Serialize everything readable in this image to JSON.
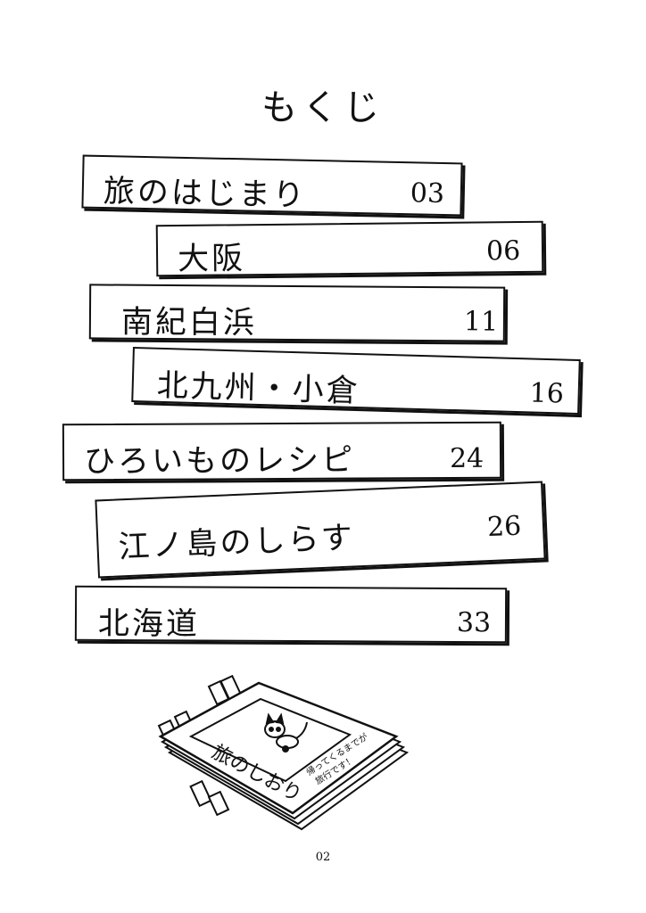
{
  "title": "もくじ",
  "toc": [
    {
      "label": "旅のはじまり",
      "page": "03"
    },
    {
      "label": "大阪",
      "page": "06"
    },
    {
      "label": "南紀白浜",
      "page": "11"
    },
    {
      "label": "北九州・小倉",
      "page": "16"
    },
    {
      "label": "ひろいものレシピ",
      "page": "24"
    },
    {
      "label": "江ノ島のしらす",
      "page": "26"
    },
    {
      "label": "北海道",
      "page": "33"
    }
  ],
  "illustration": {
    "cover_title": "旅のしおり",
    "cover_note_1": "帰ってくるまでが",
    "cover_note_2": "旅行です！",
    "icon": "notebook-with-bookmarks-icon"
  },
  "page_number": "02"
}
